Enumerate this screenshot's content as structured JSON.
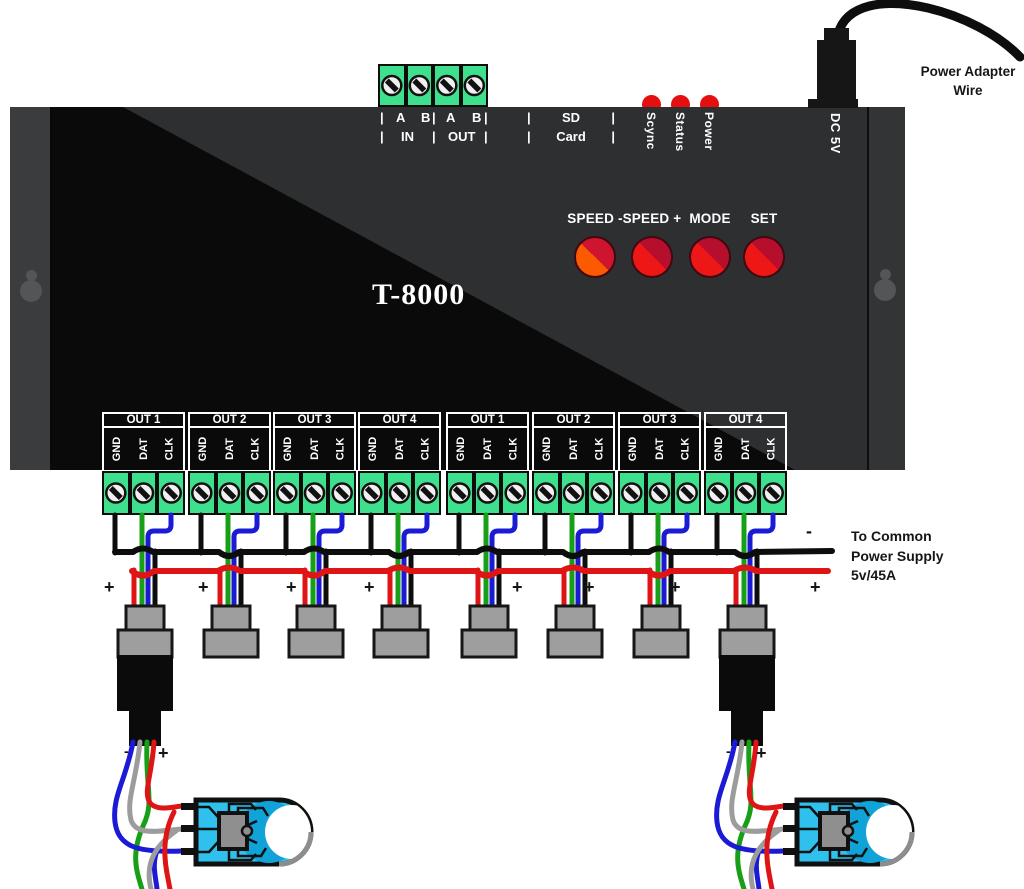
{
  "device": {
    "model": "T-8000"
  },
  "top_ports": {
    "bar": "|",
    "a1": "A",
    "b1": "B",
    "a2": "A",
    "b2": "B",
    "in_label": "IN",
    "out_label": "OUT"
  },
  "sd_card": {
    "bar": "|",
    "line1": "SD",
    "line2": "Card"
  },
  "indicator_leds": [
    "Scync",
    "Status",
    "Power"
  ],
  "dc_label": "DC 5V",
  "buttons": [
    "SPEED -",
    "SPEED +",
    "MODE",
    "SET"
  ],
  "power_adapter": {
    "line1": "Power Adapter",
    "line2": "Wire"
  },
  "power_supply": {
    "line1": "To Common",
    "line2": "Power Supply",
    "line3": "5v/45A"
  },
  "polarity": {
    "plus": "+",
    "minus": "-"
  },
  "out_groups": [
    {
      "label": "OUT 1",
      "pins": [
        "GND",
        "DAT",
        "CLK"
      ]
    },
    {
      "label": "OUT 2",
      "pins": [
        "GND",
        "DAT",
        "CLK"
      ]
    },
    {
      "label": "OUT 3",
      "pins": [
        "GND",
        "DAT",
        "CLK"
      ]
    },
    {
      "label": "OUT 4",
      "pins": [
        "GND",
        "DAT",
        "CLK"
      ]
    },
    {
      "label": "OUT 1",
      "pins": [
        "GND",
        "DAT",
        "CLK"
      ]
    },
    {
      "label": "OUT 2",
      "pins": [
        "GND",
        "DAT",
        "CLK"
      ]
    },
    {
      "label": "OUT 3",
      "pins": [
        "GND",
        "DAT",
        "CLK"
      ]
    },
    {
      "label": "OUT 4",
      "pins": [
        "GND",
        "DAT",
        "CLK"
      ]
    }
  ],
  "colors": {
    "terminal_green": "#3fe08d",
    "wire_black": "#0d0d0d",
    "wire_green": "#17a017",
    "wire_blue": "#1b1bd6",
    "wire_red": "#df1414",
    "wire_gray": "#9c9c9c",
    "connector_gray": "#9e9e9e",
    "led_red": "#e60f0f",
    "button_red": "#ee1717",
    "button_dark_red": "#b60f2e",
    "button_orange": "#fc5a00",
    "module_cyan": "#2fc0ee"
  }
}
